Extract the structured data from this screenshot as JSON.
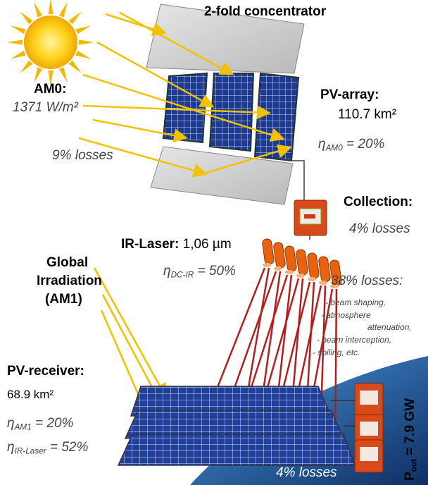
{
  "title": "2-fold concentrator",
  "am0": {
    "label": "AM0:",
    "value": "1371 W/m²"
  },
  "losses_top": "9% losses",
  "pv_array": {
    "label": "PV-array:",
    "area": "110.7 km²",
    "eta_symbol": "η",
    "eta_sub": "AM0",
    "eta_value": " = 20%"
  },
  "collection": {
    "label": "Collection:",
    "losses": "4% losses"
  },
  "ir_laser": {
    "label": "IR-Laser:",
    "wavelength": "1,06 µm",
    "eta_symbol": "η",
    "eta_sub": "DC-IR",
    "eta_value": " = 50%"
  },
  "beam_losses": {
    "title": "38% losses:",
    "items": [
      "- beam shaping,",
      "- atmosphere",
      "attenuation,",
      "- beam interception,",
      "- soiling, etc."
    ]
  },
  "global_irradiation": {
    "line1": "Global",
    "line2": "Irradiation",
    "line3": "(AM1)"
  },
  "pv_receiver": {
    "label": "PV-receiver:",
    "area": "68.9 km²",
    "eta1_symbol": "η",
    "eta1_sub": "AM1",
    "eta1_value": " = 20%",
    "eta2_symbol": "η",
    "eta2_sub": "IR-Laser",
    "eta2_value": " = 52%"
  },
  "losses_bottom": "4% losses",
  "output": {
    "symbol": "P",
    "sub": "out",
    "value": " = 7.9 GW"
  },
  "colors": {
    "sun_ray": "#f2c200",
    "laser_ray": "#b41e1e",
    "panel": "#1b2f7a",
    "earth": "#2f6aa8",
    "inverter": "#d94a1a"
  }
}
